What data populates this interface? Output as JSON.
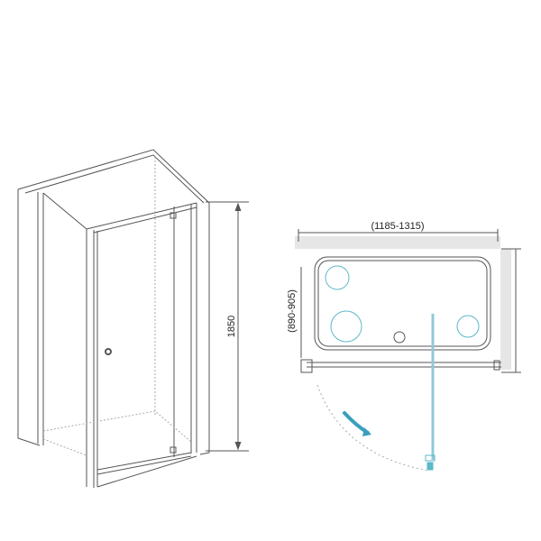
{
  "diagram": {
    "type": "technical-drawing",
    "subject": "shower enclosure with pivot door",
    "perspective_view": {
      "height_label": "1850"
    },
    "plan_view": {
      "width_label": "(1185-1315)",
      "depth_label": "(890-905)"
    },
    "colors": {
      "line": "#555555",
      "wall_fill": "#e6e6e6",
      "accent": "#5bb8c9",
      "arrow": "#3a9fbf"
    }
  }
}
